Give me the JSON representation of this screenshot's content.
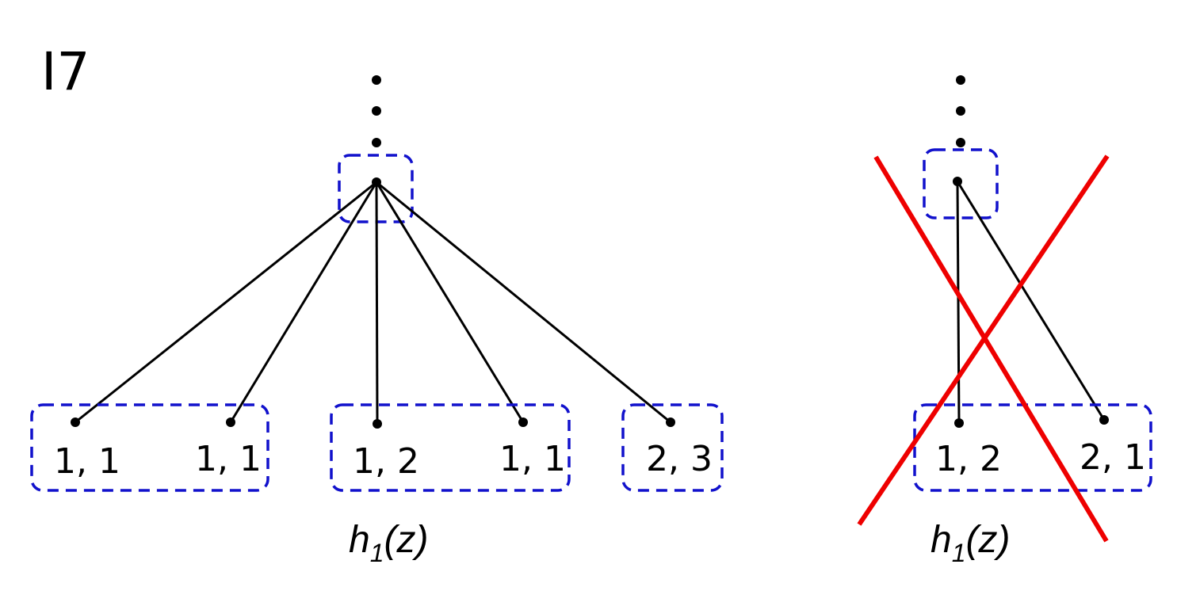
{
  "title": "I7",
  "left_tree": {
    "leaves": [
      {
        "label": "1, 1"
      },
      {
        "label": "1, 1"
      },
      {
        "label": "1, 2"
      },
      {
        "label": "1, 1"
      },
      {
        "label": "2, 3"
      }
    ],
    "caption": {
      "main": "h",
      "sub": "1",
      "arg": "(z)"
    }
  },
  "right_tree": {
    "crossed_out": true,
    "leaves": [
      {
        "label": "1, 2"
      },
      {
        "label": "2, 1"
      }
    ],
    "caption": {
      "main": "h",
      "sub": "1",
      "arg": "(z)"
    }
  },
  "colors": {
    "info_set_box": "#1111cc",
    "cross": "#ee0000",
    "edge": "#000000"
  }
}
